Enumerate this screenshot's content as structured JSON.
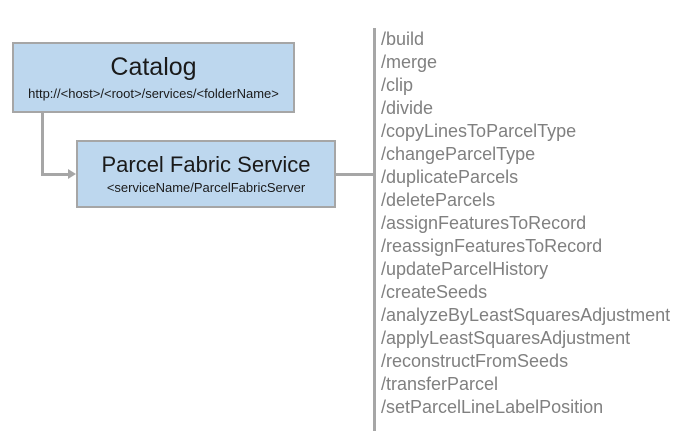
{
  "diagram": {
    "nodes": [
      {
        "id": "catalog",
        "title": "Catalog",
        "subtitle": "http://<host>/<root>/services/<folderName>"
      },
      {
        "id": "parcel-fabric-service",
        "title": "Parcel Fabric Service",
        "subtitle": "<serviceName/ParcelFabricServer"
      }
    ],
    "operations": [
      "/build",
      "/merge",
      "/clip",
      "/divide",
      "/copyLinesToParcelType",
      "/changeParcelType",
      "/duplicateParcels",
      "/deleteParcels",
      "/assignFeaturesToRecord",
      "/reassignFeaturesToRecord",
      "/updateParcelHistory",
      "/createSeeds",
      "/analyzeByLeastSquaresAdjustment",
      "/applyLeastSquaresAdjustment",
      "/reconstructFromSeeds",
      "/transferParcel",
      "/setParcelLineLabelPosition"
    ],
    "colors": {
      "node_fill": "#bdd7ee",
      "node_border": "#a6a6a6",
      "connector": "#a6a6a6",
      "operation_text": "#808080",
      "node_text": "#1a1a1a",
      "background": "#ffffff"
    }
  }
}
